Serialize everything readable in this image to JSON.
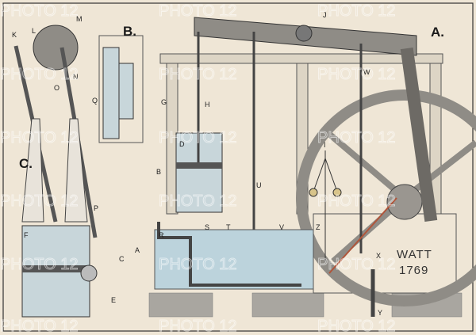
{
  "figure": {
    "panel_labels": {
      "a": "A.",
      "b": "B.",
      "c": "C."
    },
    "caption_name": "WATT",
    "caption_year": "1769",
    "watermark": "PHOTO 12",
    "part_letters": [
      "K",
      "L",
      "M",
      "N",
      "O",
      "J",
      "H",
      "G",
      "F",
      "E",
      "D",
      "C",
      "B",
      "A",
      "R",
      "S",
      "T",
      "U",
      "V",
      "W",
      "X",
      "Y",
      "Z",
      "P",
      "Q",
      "I"
    ],
    "colors": {
      "paper": "#efe6d6",
      "ink": "#2a2a2a",
      "metal": "#8f8c86",
      "water": "#bcd3dc",
      "brick": "#a9a6a0",
      "red_rod": "#b0553a"
    }
  }
}
